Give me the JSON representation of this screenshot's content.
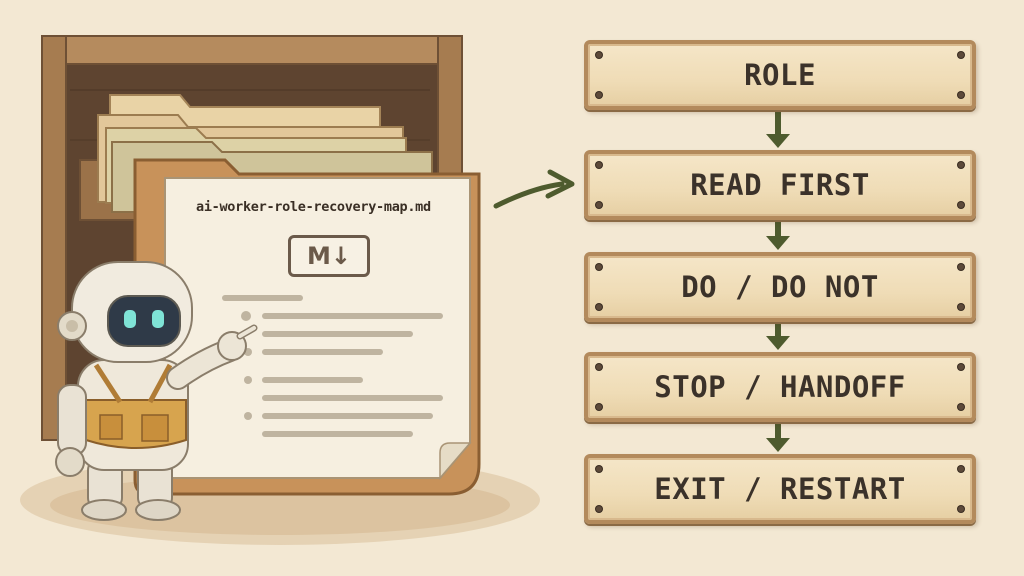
{
  "document": {
    "filename": "ai-worker-role-recovery-map.md",
    "badge": "M↓"
  },
  "steps": [
    {
      "label": "ROLE"
    },
    {
      "label": "READ FIRST"
    },
    {
      "label": "DO / DO NOT"
    },
    {
      "label": "STOP / HANDOFF"
    },
    {
      "label": "EXIT / RESTART"
    }
  ],
  "icons": {
    "pointer_arrow": "curved-arrow-icon",
    "connector": "down-arrow-icon",
    "robot": "robot-illustration",
    "markdown": "markdown-icon"
  },
  "colors": {
    "background": "#f3e8d3",
    "wood": "#b38a5c",
    "plank_fill": "#f0ddb8",
    "arrow": "#4e5b2e",
    "text": "#3b322a"
  }
}
